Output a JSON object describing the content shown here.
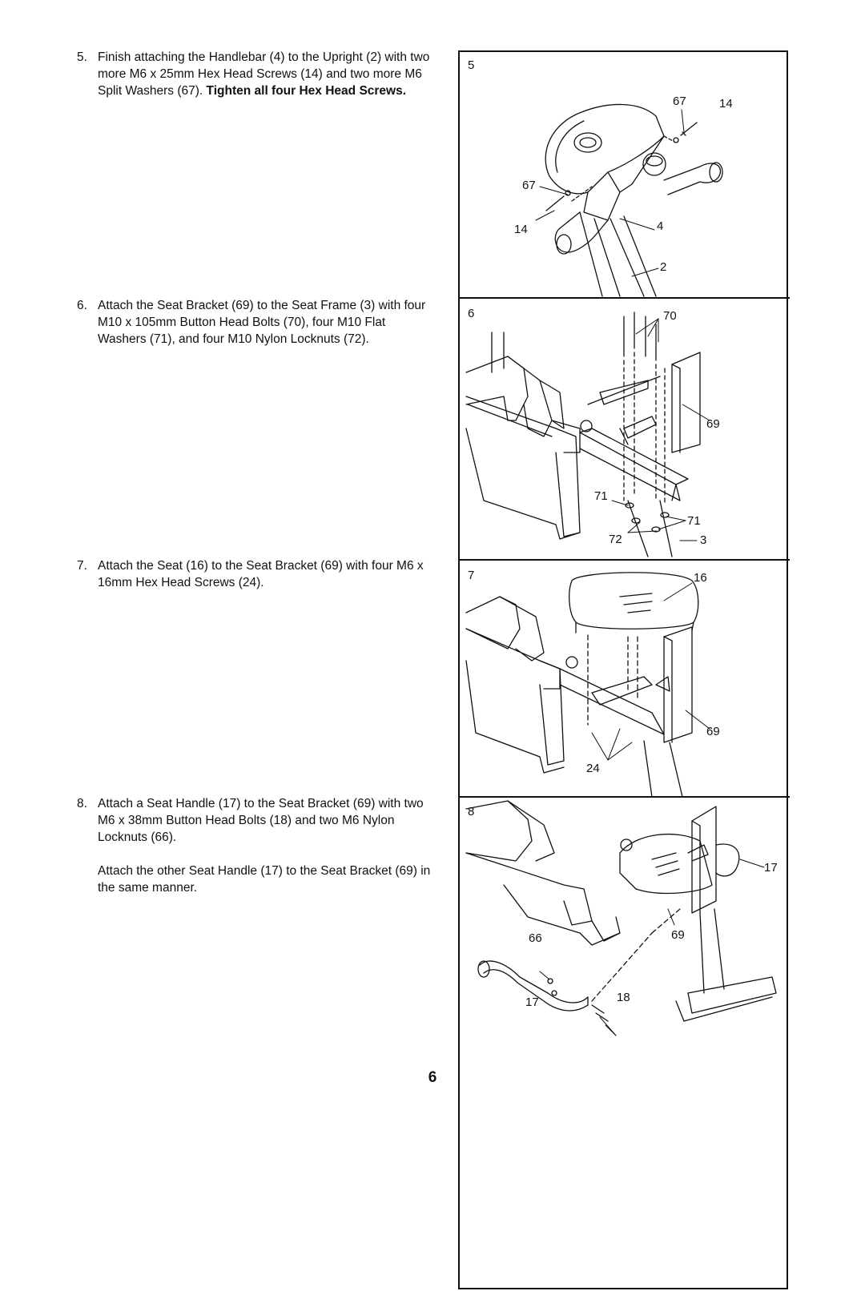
{
  "steps": [
    {
      "number": "5.",
      "text": "Finish attaching the Handlebar (4) to the Upright (2) with two more M6 x 25mm Hex Head Screws (14) and two more M6 Split Washers (67).",
      "bold": "Tighten all four Hex Head Screws."
    },
    {
      "number": "6.",
      "text": "Attach the Seat Bracket (69) to the Seat Frame (3) with four M10 x 105mm Button Head Bolts (70), four M10 Flat Washers (71), and four M10 Nylon Locknuts (72)."
    },
    {
      "number": "7.",
      "text": "Attach the Seat (16) to the Seat Bracket (69) with four M6 x 16mm Hex Head Screws (24)."
    },
    {
      "number": "8.",
      "text": "Attach a Seat Handle (17) to the Seat Bracket (69) with two M6 x 38mm Button Head Bolts (18) and two M6 Nylon Locknuts (66).",
      "extra": "Attach the other Seat Handle (17) to the Seat Bracket (69) in the same manner."
    }
  ],
  "panels": [
    {
      "label": "5",
      "callouts": [
        "67",
        "14",
        "67",
        "14",
        "4",
        "2"
      ]
    },
    {
      "label": "6",
      "callouts": [
        "70",
        "69",
        "71",
        "71",
        "72",
        "3"
      ]
    },
    {
      "label": "7",
      "callouts": [
        "16",
        "69",
        "24"
      ]
    },
    {
      "label": "8",
      "callouts": [
        "17",
        "69",
        "66",
        "18",
        "17"
      ]
    }
  ],
  "page_number": "6"
}
